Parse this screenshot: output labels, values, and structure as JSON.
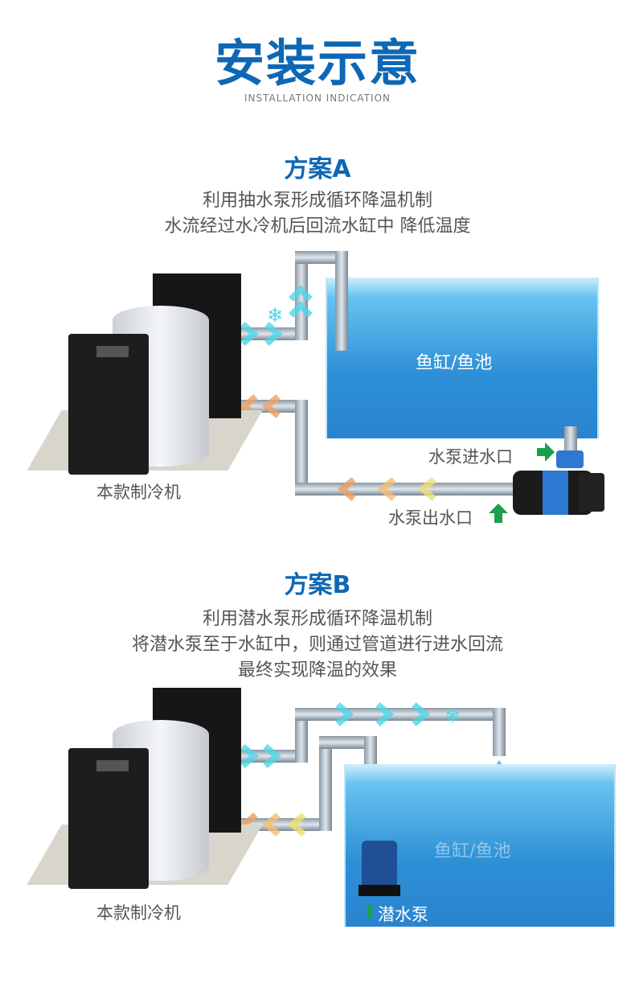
{
  "header": {
    "title": "安装示意",
    "subtitle": "INSTALLATION INDICATION"
  },
  "plan_a": {
    "title": "方案A",
    "lines": [
      "利用抽水泵形成循环降温机制",
      "水流经过水冷机后回流水缸中 降低温度"
    ],
    "chiller_label": "本款制冷机",
    "tank_label": "鱼缸/鱼池",
    "pump_inlet_label": "水泵进水口",
    "pump_outlet_label": "水泵出水口"
  },
  "plan_b": {
    "title": "方案B",
    "lines": [
      "利用潜水泵形成循环降温机制",
      "将潜水泵至于水缸中，则通过管道进行进水回流",
      "最终实现降温的效果"
    ],
    "chiller_label": "本款制冷机",
    "tank_label": "鱼缸/鱼池",
    "pump_label": "潜水泵"
  },
  "colors": {
    "brand": "#0d67b5",
    "cold": "#4fd6e6",
    "hot": "#f0a060",
    "arrow_green": "#1aa04a"
  }
}
